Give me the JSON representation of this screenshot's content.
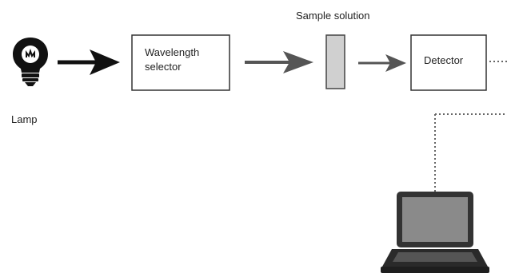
{
  "labels": {
    "lamp": "Lamp",
    "wavelength_selector_line1": "Wavelength",
    "wavelength_selector_line2": "selector",
    "sample_solution": "Sample solution",
    "detector": "Detector"
  },
  "icons": {
    "lamp": "lightbulb-icon",
    "computer": "laptop-icon"
  },
  "colors": {
    "stroke": "#333333",
    "arrow": "#111111",
    "arrow_gray": "#555555",
    "cuvette_fill": "#d0d0d0",
    "dotted": "#666666"
  }
}
